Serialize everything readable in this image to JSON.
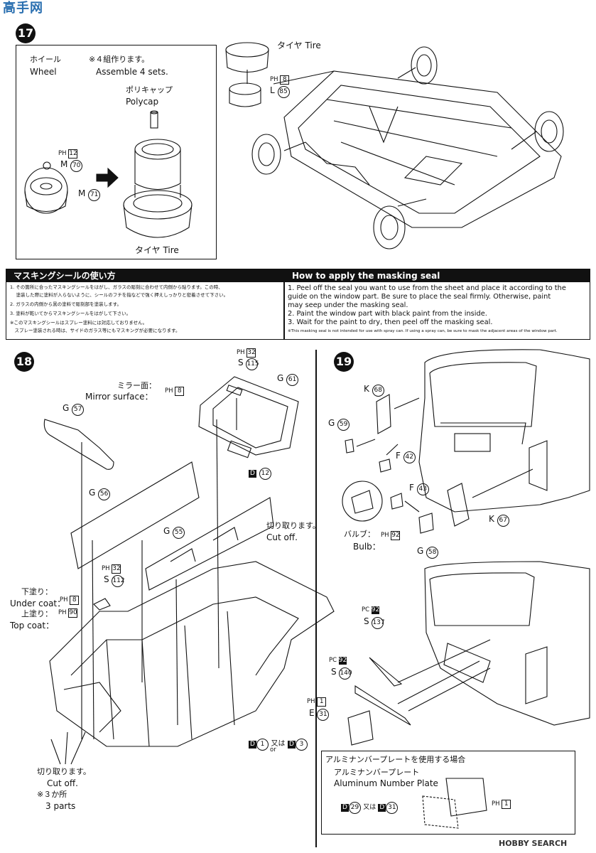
{
  "watermark_top": "高手网",
  "watermark_bottom": "HOBBY SEARCH",
  "step17": {
    "number": "17",
    "wheel_jp": "ホイール",
    "wheel_en": "Wheel",
    "assemble_jp": "※４組作ります。",
    "assemble_en": "Assemble 4 sets.",
    "polycap_jp": "ポリキャップ",
    "polycap_en": "Polycap",
    "ph12": "PH",
    "ph12_num": "12",
    "m70": "M",
    "m70_num": "70",
    "m71": "M",
    "m71_num": "71",
    "tire_bottom": "タイヤ Tire",
    "tire_top": "タイヤ Tire",
    "ph8": "PH",
    "ph8_num": "8",
    "l85": "L",
    "l85_num": "85"
  },
  "masking": {
    "title_jp": "マスキングシールの使い方",
    "title_en": "How to apply the masking seal",
    "jp_items": [
      "1. その箇所に合ったマスキングシールをはがし、ガラスの彫刻に合わせて内側から貼ります。この時、",
      "　 塗装した際に塗料が入らないように、シールのフチを指などで強く押えしっかりと密着させて下さい。",
      "2. ガラスの内側から黒の塗料で彫刻部を塗装します。",
      "3. 塗料が乾いてからマスキングシールをはがして下さい。",
      "※このマスキングシールはスプレー塗料には対応しておりません。",
      "　スプレー塗装される時は、サイドのガラス等にもマスキングが必要になります。"
    ],
    "en_items": [
      "1.  Peel off the seal you want to use from the sheet and place it according to the",
      "     guide on the window part. Be sure to place the seal firmly. Otherwise, paint",
      "     may seep under the masking seal.",
      "2.  Paint the window part with black paint from the inside.",
      "3.  Wait for the paint to dry, then peel off the masking seal."
    ],
    "en_note": "※This masking seal is not intended for use with spray can. If using a spray can, be sure to mask the adjacent areas of the window part."
  },
  "step18": {
    "number": "18",
    "mirror_jp": "ミラー面：",
    "mirror_en": "Mirror surface：",
    "ph8": "PH",
    "ph8_num": "8",
    "ph32": "PH",
    "ph32_num": "32",
    "s115": "S",
    "s115_num": "115",
    "g61": "G",
    "g61_num": "61",
    "g57": "G",
    "g57_num": "57",
    "d12": "D",
    "d12_num": "12",
    "g56": "G",
    "g56_num": "56",
    "g55": "G",
    "g55_num": "55",
    "cutoff_jp": "切り取ります。",
    "cutoff_en": "Cut off.",
    "ph32b": "PH",
    "ph32b_num": "32",
    "s112": "S",
    "s112_num": "112",
    "undercoat_jp": "下塗り：",
    "undercoat_en": "Under coat：",
    "undercoat_num": "8",
    "topcoat_jp": "上塗り：",
    "topcoat_en": "Top coat：",
    "topcoat_num": "90",
    "cutoff2_jp": "切り取ります。",
    "cutoff2_en": "Cut off.",
    "parts_jp": "※３か所",
    "parts_en": "3 parts"
  },
  "step19": {
    "number": "19",
    "k68": "K",
    "k68_num": "68",
    "g59": "G",
    "g59_num": "59",
    "f42": "F",
    "f42_num": "42",
    "f43": "F",
    "f43_num": "43",
    "bulb_jp": "バルブ：",
    "bulb_en": "Bulb：",
    "bulb_num": "92",
    "k67": "K",
    "k67_num": "67",
    "g58": "G",
    "g58_num": "58",
    "pc92a": "PC",
    "pc92a_num": "92",
    "s137": "S",
    "s137_num": "137",
    "pc92b": "PC",
    "pc92b_num": "92",
    "s140": "S",
    "s140_num": "140",
    "ph1": "PH",
    "ph1_num": "1",
    "e31": "E",
    "e31_num": "31",
    "d1_or_d3_1": "1",
    "d1_or_d3_mid": "又は",
    "d1_or_d3_or": "or",
    "d1_or_d3_2": "3",
    "alu_title": "アルミナンバープレートを使用する場合",
    "alu_jp": "アルミナンバープレート",
    "alu_en": "Aluminum Number Plate",
    "alu_ph": "1",
    "alu_d1": "29",
    "alu_d2": "31"
  }
}
